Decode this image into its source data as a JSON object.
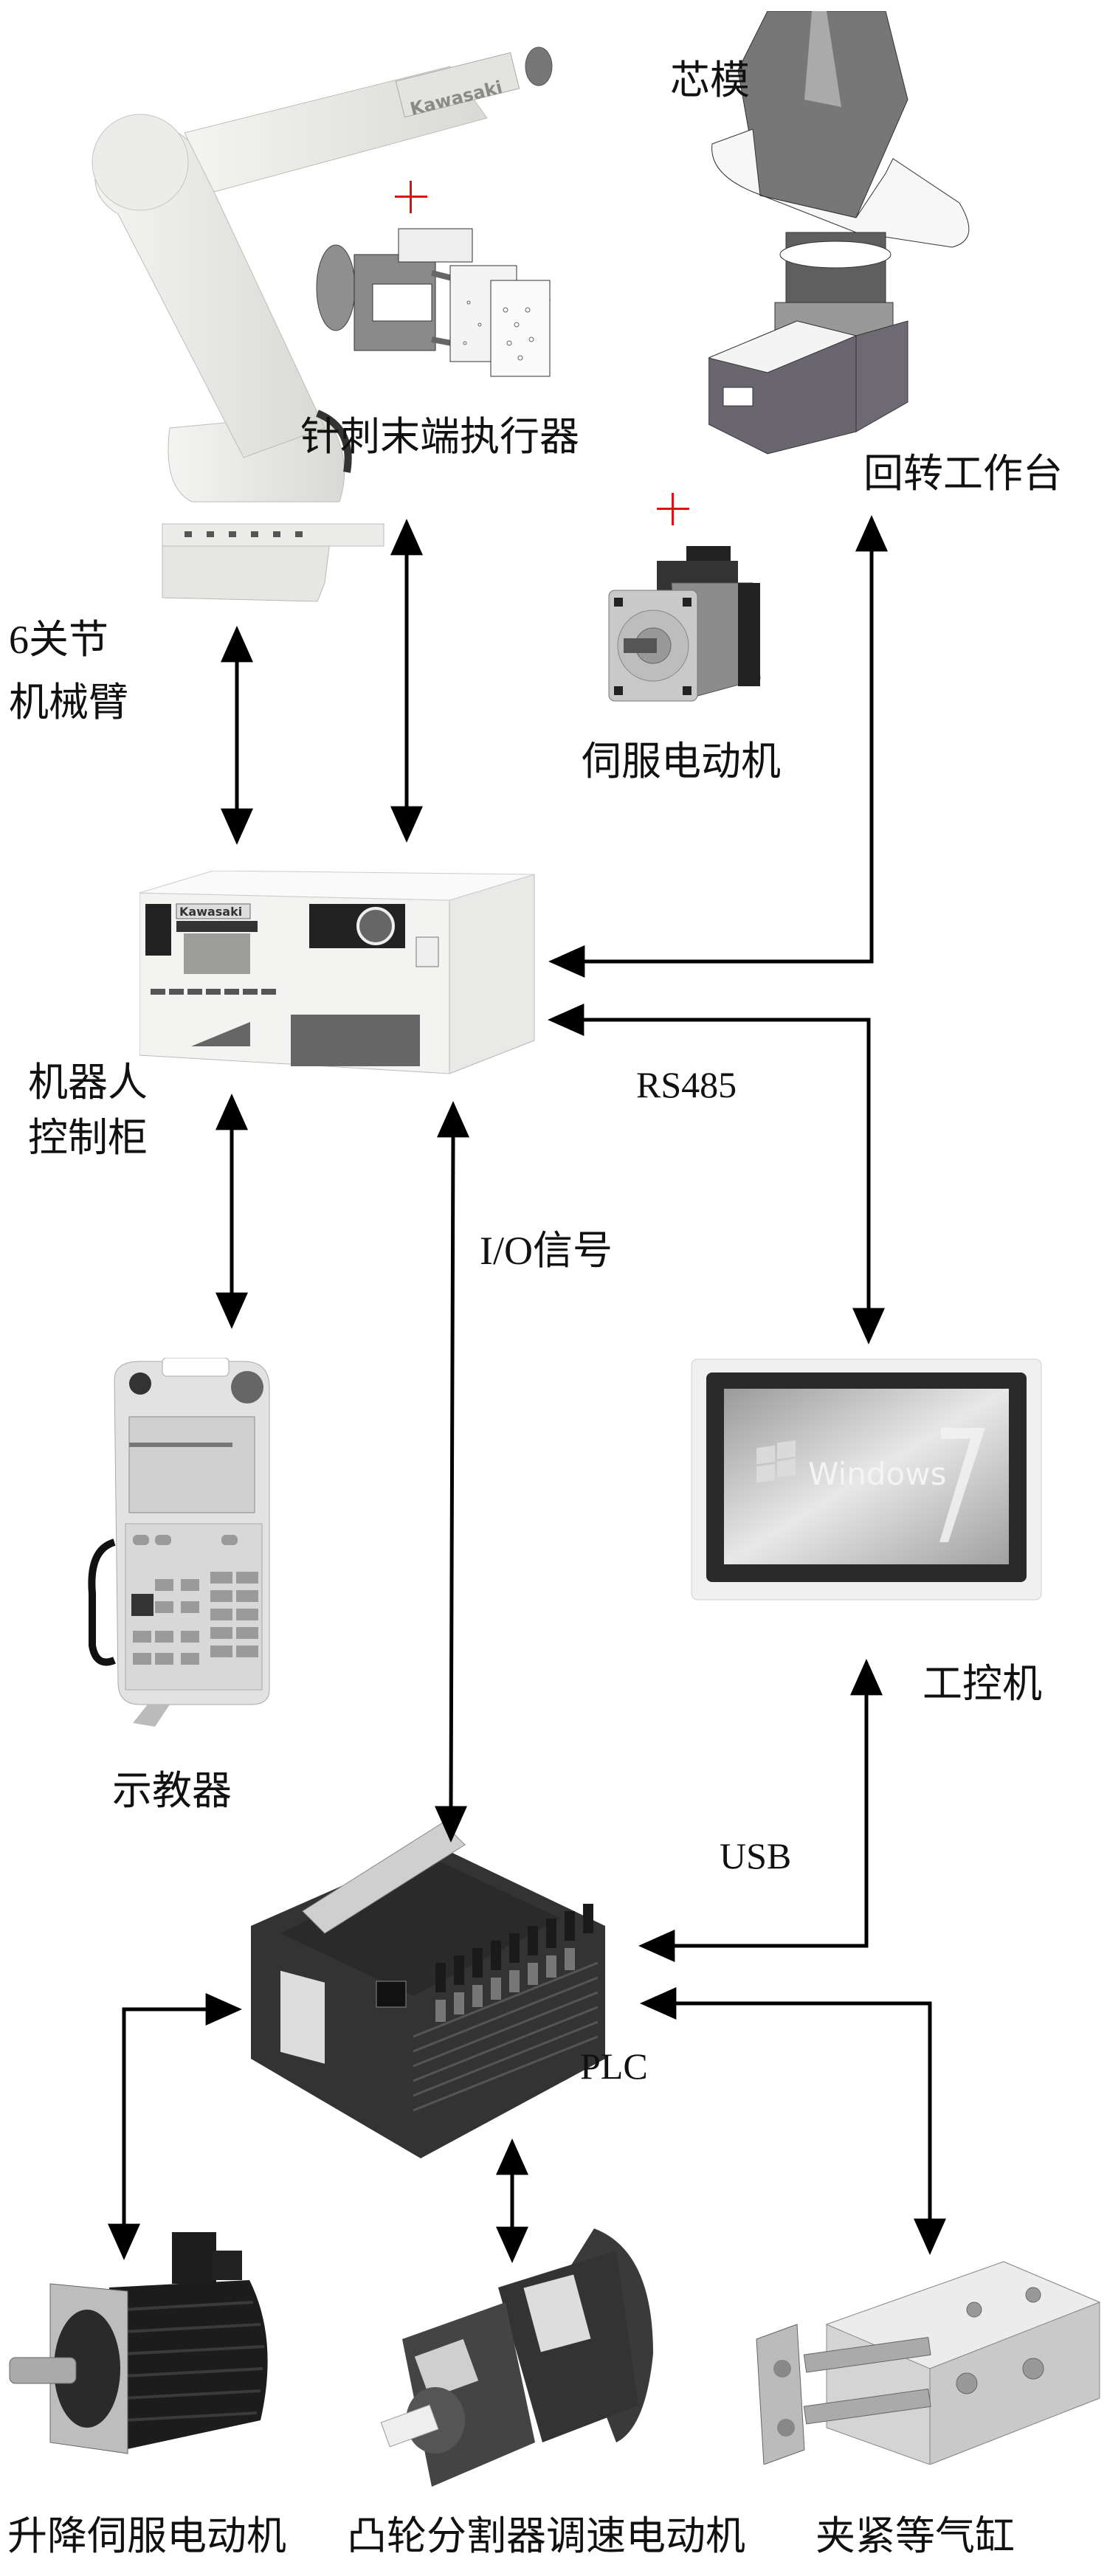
{
  "diagram": {
    "title": "",
    "components": {
      "robot_arm": {
        "label_line1": "6关节",
        "label_line2": "机械臂",
        "brand": "Kawasaki"
      },
      "end_effector": {
        "label": "针刺末端执行器",
        "marker": "+"
      },
      "mandrel": {
        "label": "芯模"
      },
      "rotary_table": {
        "label": "回转工作台"
      },
      "servo_motor": {
        "label": "伺服电动机",
        "marker": "+"
      },
      "controller": {
        "label_line1": "机器人",
        "label_line2": "控制柜",
        "brand": "Kawasaki"
      },
      "teach_pendant": {
        "label": "示教器"
      },
      "industrial_pc": {
        "label": "工控机",
        "screen_text": "Windows"
      },
      "plc": {
        "label": "PLC"
      },
      "lift_servo": {
        "label": "升降伺服电动机"
      },
      "cam_motor": {
        "label": "凸轮分割器调速电动机"
      },
      "clamp_cylinder": {
        "label": "夹紧等气缸"
      }
    },
    "connections": {
      "rs485": "RS485",
      "io_signal": "I/O信号",
      "usb": "USB"
    },
    "colors": {
      "marker": "#e01010",
      "line": "#000000",
      "text": "#111111"
    }
  }
}
